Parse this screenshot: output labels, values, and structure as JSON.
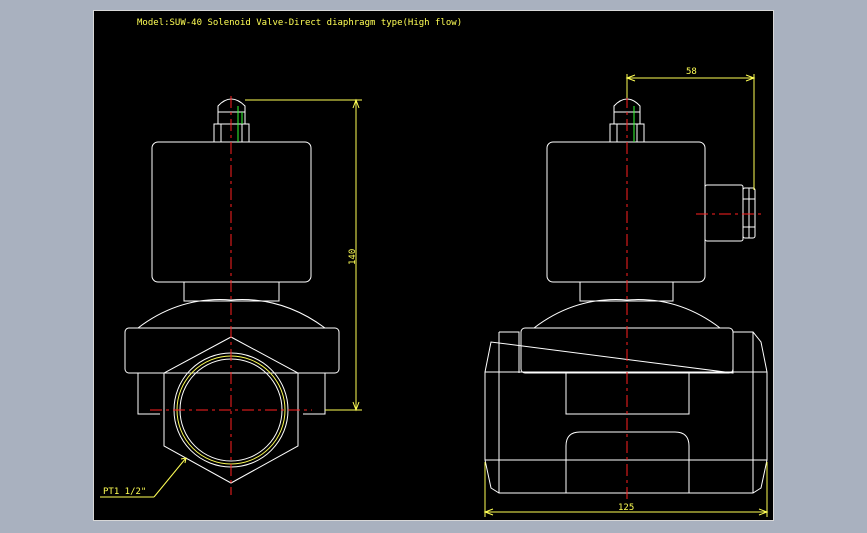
{
  "title": "Model:SUW-40 Solenoid Valve-Direct diaphragm type(High flow)",
  "dimensions": {
    "height": "140",
    "width": "125",
    "offset": "58"
  },
  "thread_callout": "PT1 1/2\"",
  "colors": {
    "background": "#000000",
    "outline": "#ffffff",
    "centerline": "#ff0000",
    "dimension": "#ffff55",
    "accent": "#33ff33",
    "window": "#a9b1bf"
  }
}
